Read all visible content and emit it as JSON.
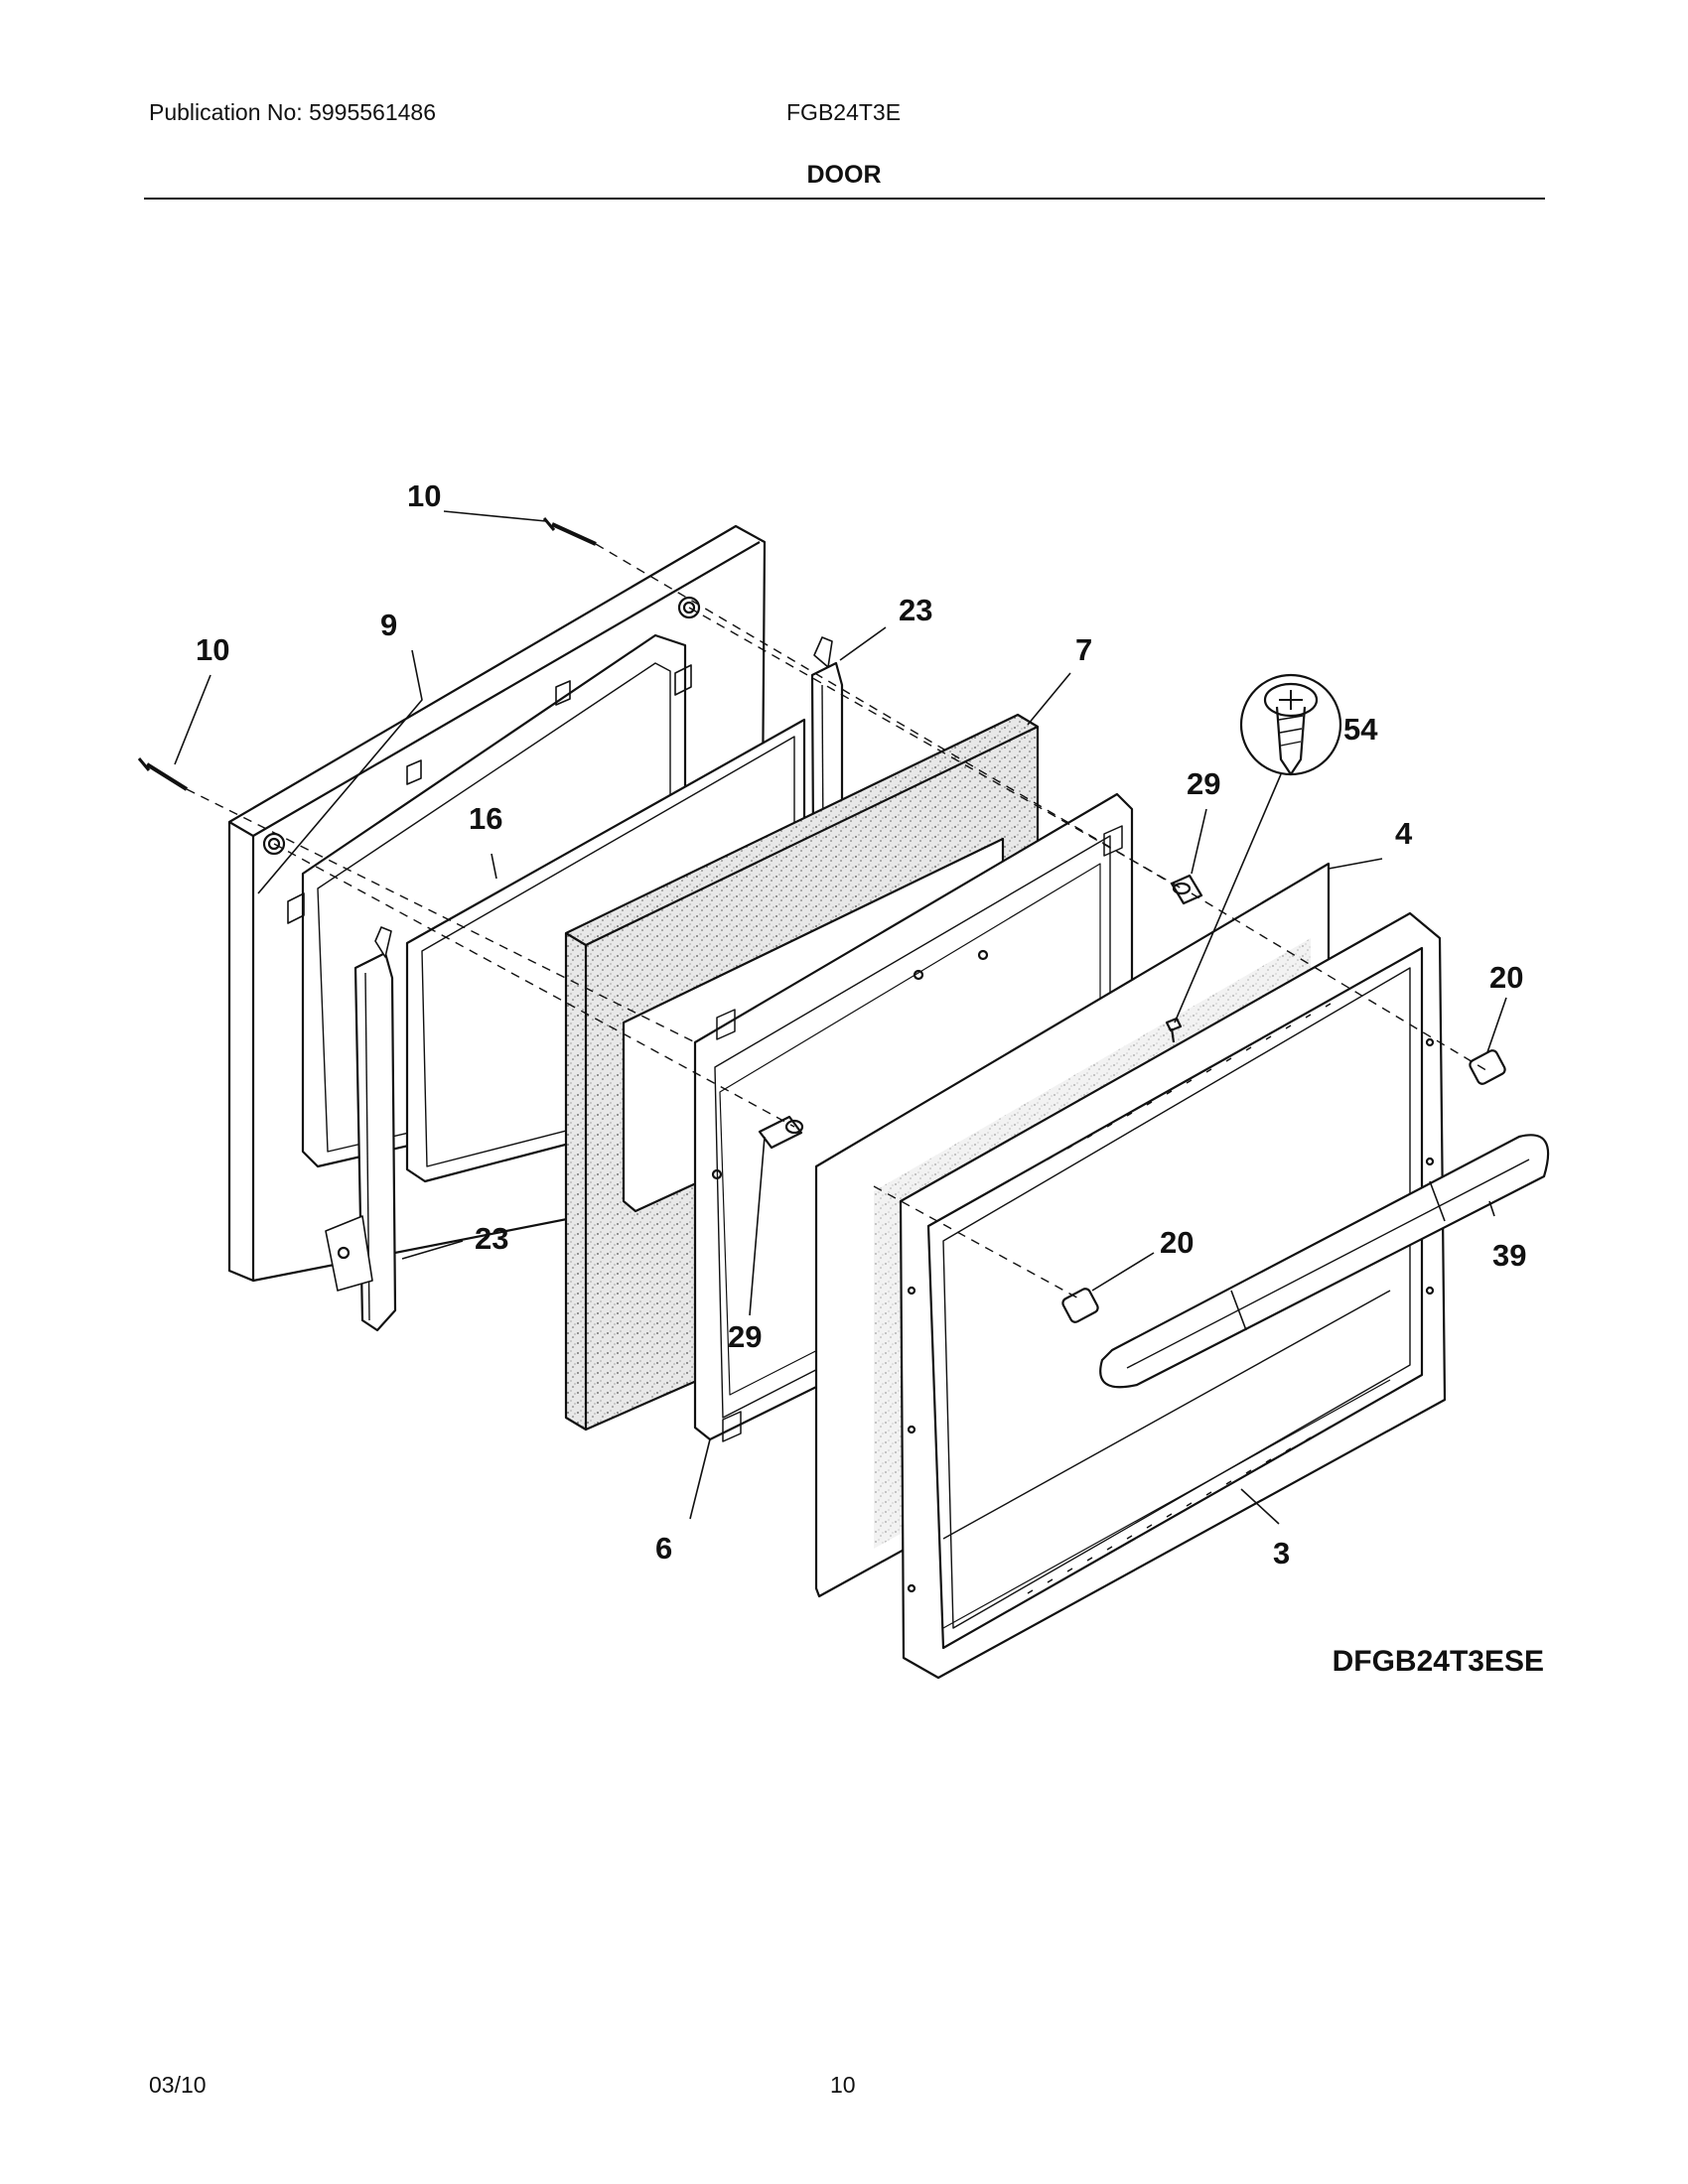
{
  "header": {
    "publication": "Publication No: 5995561486",
    "model": "FGB24T3E",
    "section_title": "DOOR"
  },
  "diagram": {
    "callouts": {
      "screw_top": "10",
      "screw_left": "10",
      "inner_panel": "9",
      "window_glass": "16",
      "hinge_right": "23",
      "hinge_left": "23",
      "insulation": "7",
      "screw_detail": "54",
      "spacer_top": "29",
      "spacer_bottom": "29",
      "outer_glass": "4",
      "end_cap_right": "20",
      "end_cap_left": "20",
      "handle": "39",
      "door_frame": "3",
      "glass_frame": "6"
    },
    "diagram_code": "DFGB24T3ESE"
  },
  "footer": {
    "date": "03/10",
    "page_number": "10"
  },
  "colors": {
    "ink": "#111111",
    "insulation_fill": "#e3e3e3",
    "background": "#ffffff"
  }
}
